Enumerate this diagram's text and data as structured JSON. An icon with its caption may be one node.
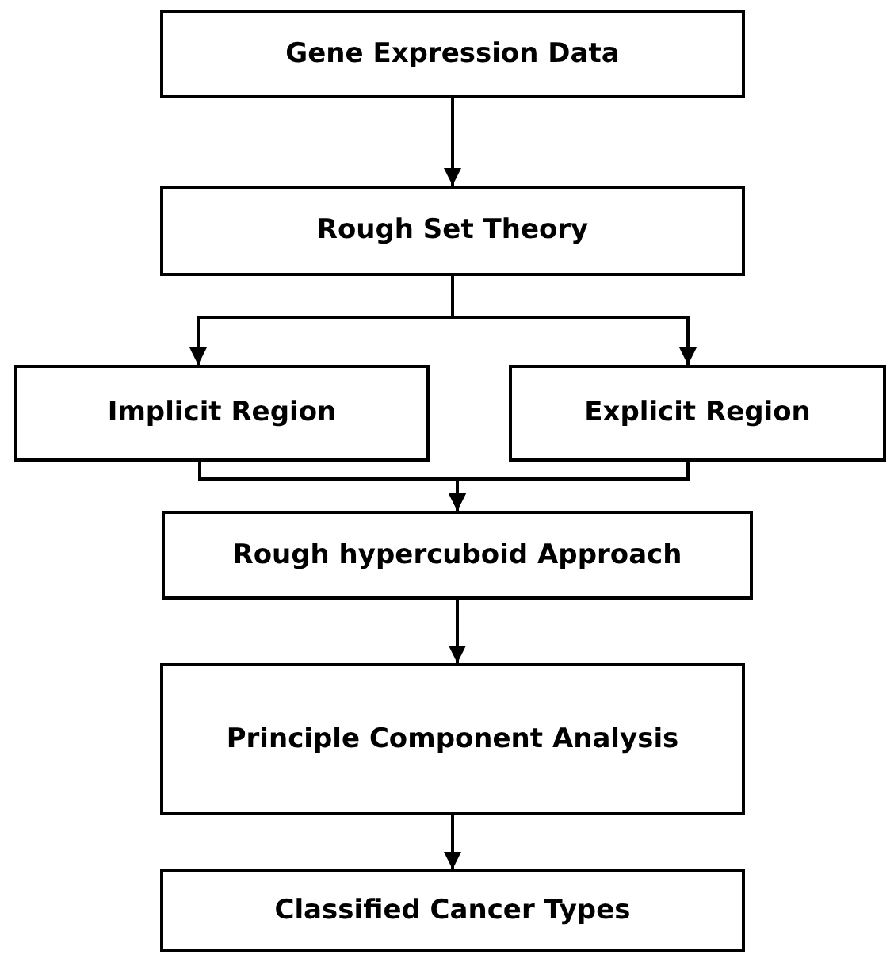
{
  "diagram": {
    "nodes": [
      {
        "text": [
          "Gene Expression Data"
        ]
      },
      {
        "text": [
          "Rough Set Theory"
        ]
      },
      {
        "text": [
          "Implicit Region"
        ]
      },
      {
        "text": [
          "Explicit Region"
        ]
      },
      {
        "text": [
          "Rough hypercuboid Approach"
        ]
      },
      {
        "text": [
          "Principle Component Analysis"
        ]
      },
      {
        "text": [
          "Classified Cancer Types"
        ]
      }
    ],
    "edges": [
      {
        "from": 0,
        "to": 1,
        "arrow": "to"
      },
      {
        "from": 1,
        "to": 2,
        "arrow": "to"
      },
      {
        "from": 1,
        "to": 3,
        "arrow": "to"
      },
      {
        "from": 2,
        "to": 4,
        "arrow": "to"
      },
      {
        "from": 3,
        "to": 4,
        "arrow": "to"
      },
      {
        "from": 4,
        "to": 5,
        "arrow": "to"
      },
      {
        "from": 5,
        "to": 6,
        "arrow": "to"
      }
    ]
  }
}
